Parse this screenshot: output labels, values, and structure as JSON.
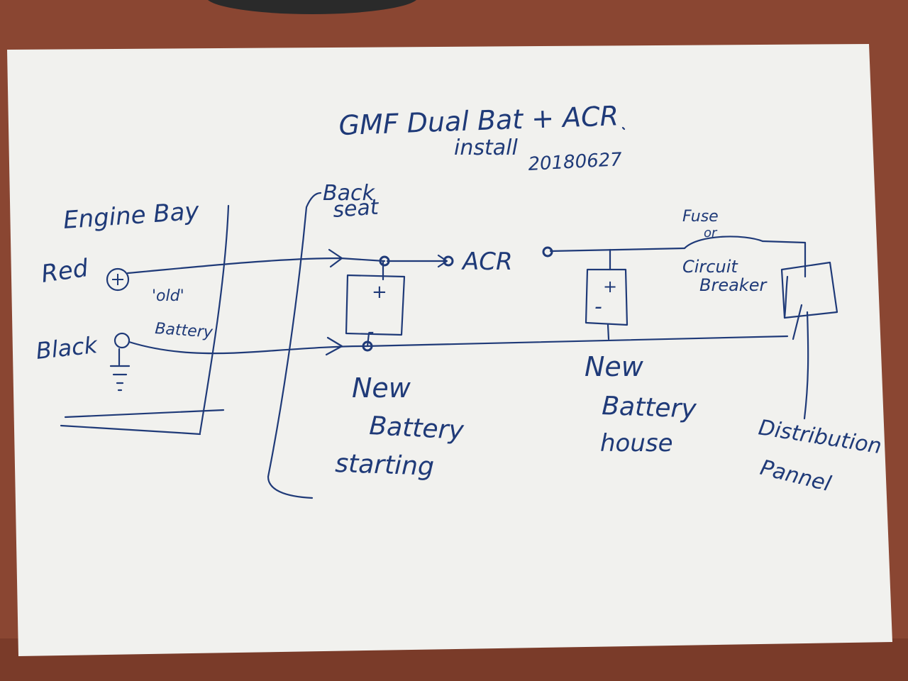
{
  "colors": {
    "desk": "#8a4632",
    "paper": "#f1f1ee",
    "ink": "#1f3a78"
  },
  "title": {
    "line1": "GMF  Dual  Bat  + ACR",
    "line2": "install",
    "date": "20180627"
  },
  "engine_bay": {
    "label": "Engine Bay",
    "red_label": "Red",
    "black_label": "Black",
    "old_battery_line1": "'old'",
    "old_battery_line2": "Battery"
  },
  "back_seat": {
    "line1": "Back",
    "line2": "seat"
  },
  "acr_label": "ACR",
  "starting_battery": {
    "plus": "+",
    "minus": "-",
    "label_line1": "New",
    "label_line2": "Battery",
    "label_line3": "starting"
  },
  "house_battery": {
    "plus": "+",
    "minus": "-",
    "label_line1": "New",
    "label_line2": "Battery",
    "label_line3": "house"
  },
  "fuse_label": "Fuse",
  "fuse_or": "or",
  "circuit_breaker_line1": "Circuit",
  "circuit_breaker_line2": "Breaker",
  "distribution_panel": {
    "line1": "Distribution",
    "line2": "Pannel"
  }
}
